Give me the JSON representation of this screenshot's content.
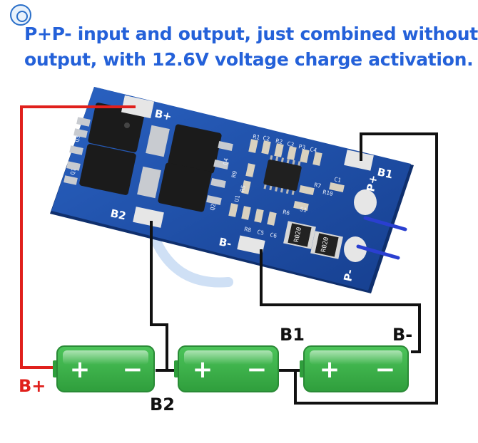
{
  "headline": {
    "line1": "P+P- input and output, just combined without",
    "line2": "output, with 12.6V voltage charge activation."
  },
  "board": {
    "pads": {
      "bplus": "B+",
      "b1": "B1",
      "b2": "B2",
      "bminus": "B-",
      "pplus": "P+",
      "pminus": "P-"
    },
    "silkscreen": [
      "R1",
      "C2",
      "R2",
      "C3",
      "P3",
      "C4",
      "C1",
      "Q1",
      "Q2",
      "Q3",
      "Q4",
      "R8",
      "C5",
      "C6",
      "U1",
      "R7",
      "R9",
      "R5",
      "R6",
      "S1",
      "R10"
    ],
    "shunts": [
      "R020",
      "R020"
    ]
  },
  "wiring": {
    "labels": {
      "bplus": "B+",
      "b2": "B2",
      "b1": "B1",
      "bminus": "B-"
    }
  },
  "batteries": [
    {
      "plus": "+",
      "minus": "−"
    },
    {
      "plus": "+",
      "minus": "−"
    },
    {
      "plus": "+",
      "minus": "−"
    }
  ],
  "colors": {
    "headline": "#2461d9",
    "board": "#1c4fa8",
    "wire_red": "#e0201c",
    "wire_black": "#111111",
    "battery": "#3bb54a",
    "connector_blue": "#2a3fd0"
  }
}
